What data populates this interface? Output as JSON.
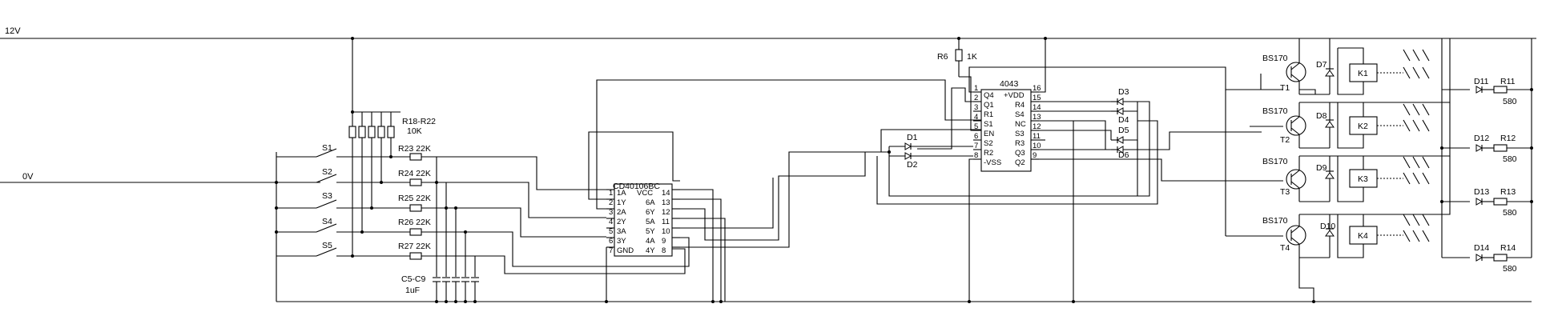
{
  "rails": {
    "top": "12V",
    "left": "0V"
  },
  "switches": [
    "S1",
    "S2",
    "S3",
    "S4",
    "S5"
  ],
  "pullups": {
    "name": "R18-R22",
    "value": "10K"
  },
  "series_resistors": [
    "R23 22K",
    "R24 22K",
    "R25 22K",
    "R26 22K",
    "R27 22K"
  ],
  "caps": {
    "name": "C5-C9",
    "value": "1uF"
  },
  "schmitt": {
    "name": "CD40106BC",
    "left_pins": [
      {
        "num": "1",
        "name": "1A"
      },
      {
        "num": "2",
        "name": "1Y"
      },
      {
        "num": "3",
        "name": "2A"
      },
      {
        "num": "4",
        "name": "2Y"
      },
      {
        "num": "5",
        "name": "3A"
      },
      {
        "num": "6",
        "name": "3Y"
      },
      {
        "num": "7",
        "name": "GND"
      }
    ],
    "right_pins": [
      {
        "num": "14",
        "name": "VCC"
      },
      {
        "num": "13",
        "name": "6A"
      },
      {
        "num": "12",
        "name": "6Y"
      },
      {
        "num": "11",
        "name": "5A"
      },
      {
        "num": "10",
        "name": "5Y"
      },
      {
        "num": "9",
        "name": "4A"
      },
      {
        "num": "8",
        "name": "4Y"
      }
    ]
  },
  "r6": {
    "name": "R6",
    "value": "1K"
  },
  "latch": {
    "name": "4043",
    "left_pins": [
      {
        "num": "1",
        "name": "Q4"
      },
      {
        "num": "2",
        "name": "Q1"
      },
      {
        "num": "3",
        "name": "R1"
      },
      {
        "num": "4",
        "name": "S1"
      },
      {
        "num": "5",
        "name": "EN"
      },
      {
        "num": "6",
        "name": "S2"
      },
      {
        "num": "7",
        "name": "R2"
      },
      {
        "num": "8",
        "name": "-VSS"
      }
    ],
    "right_pins": [
      {
        "num": "16",
        "name": "+VDD"
      },
      {
        "num": "15",
        "name": "R4"
      },
      {
        "num": "14",
        "name": "S4"
      },
      {
        "num": "13",
        "name": "NC"
      },
      {
        "num": "12",
        "name": "S3"
      },
      {
        "num": "11",
        "name": "R3"
      },
      {
        "num": "10",
        "name": "Q3"
      },
      {
        "num": "9",
        "name": "Q2"
      }
    ]
  },
  "diodes_logic": [
    "D1",
    "D2",
    "D3",
    "D4",
    "D5",
    "D6"
  ],
  "channels": [
    {
      "fet": "BS170",
      "transistor": "T1",
      "diode": "D7",
      "relay": "K1",
      "led": "D11",
      "resistor": "R11",
      "value": "580"
    },
    {
      "fet": "BS170",
      "transistor": "T2",
      "diode": "D8",
      "relay": "K2",
      "led": "D12",
      "resistor": "R12",
      "value": "580"
    },
    {
      "fet": "BS170",
      "transistor": "T3",
      "diode": "D9",
      "relay": "K3",
      "led": "D13",
      "resistor": "R13",
      "value": "580"
    },
    {
      "fet": "BS170",
      "transistor": "T4",
      "diode": "D10",
      "relay": "K4",
      "led": "D14",
      "resistor": "R14",
      "value": "580"
    }
  ]
}
